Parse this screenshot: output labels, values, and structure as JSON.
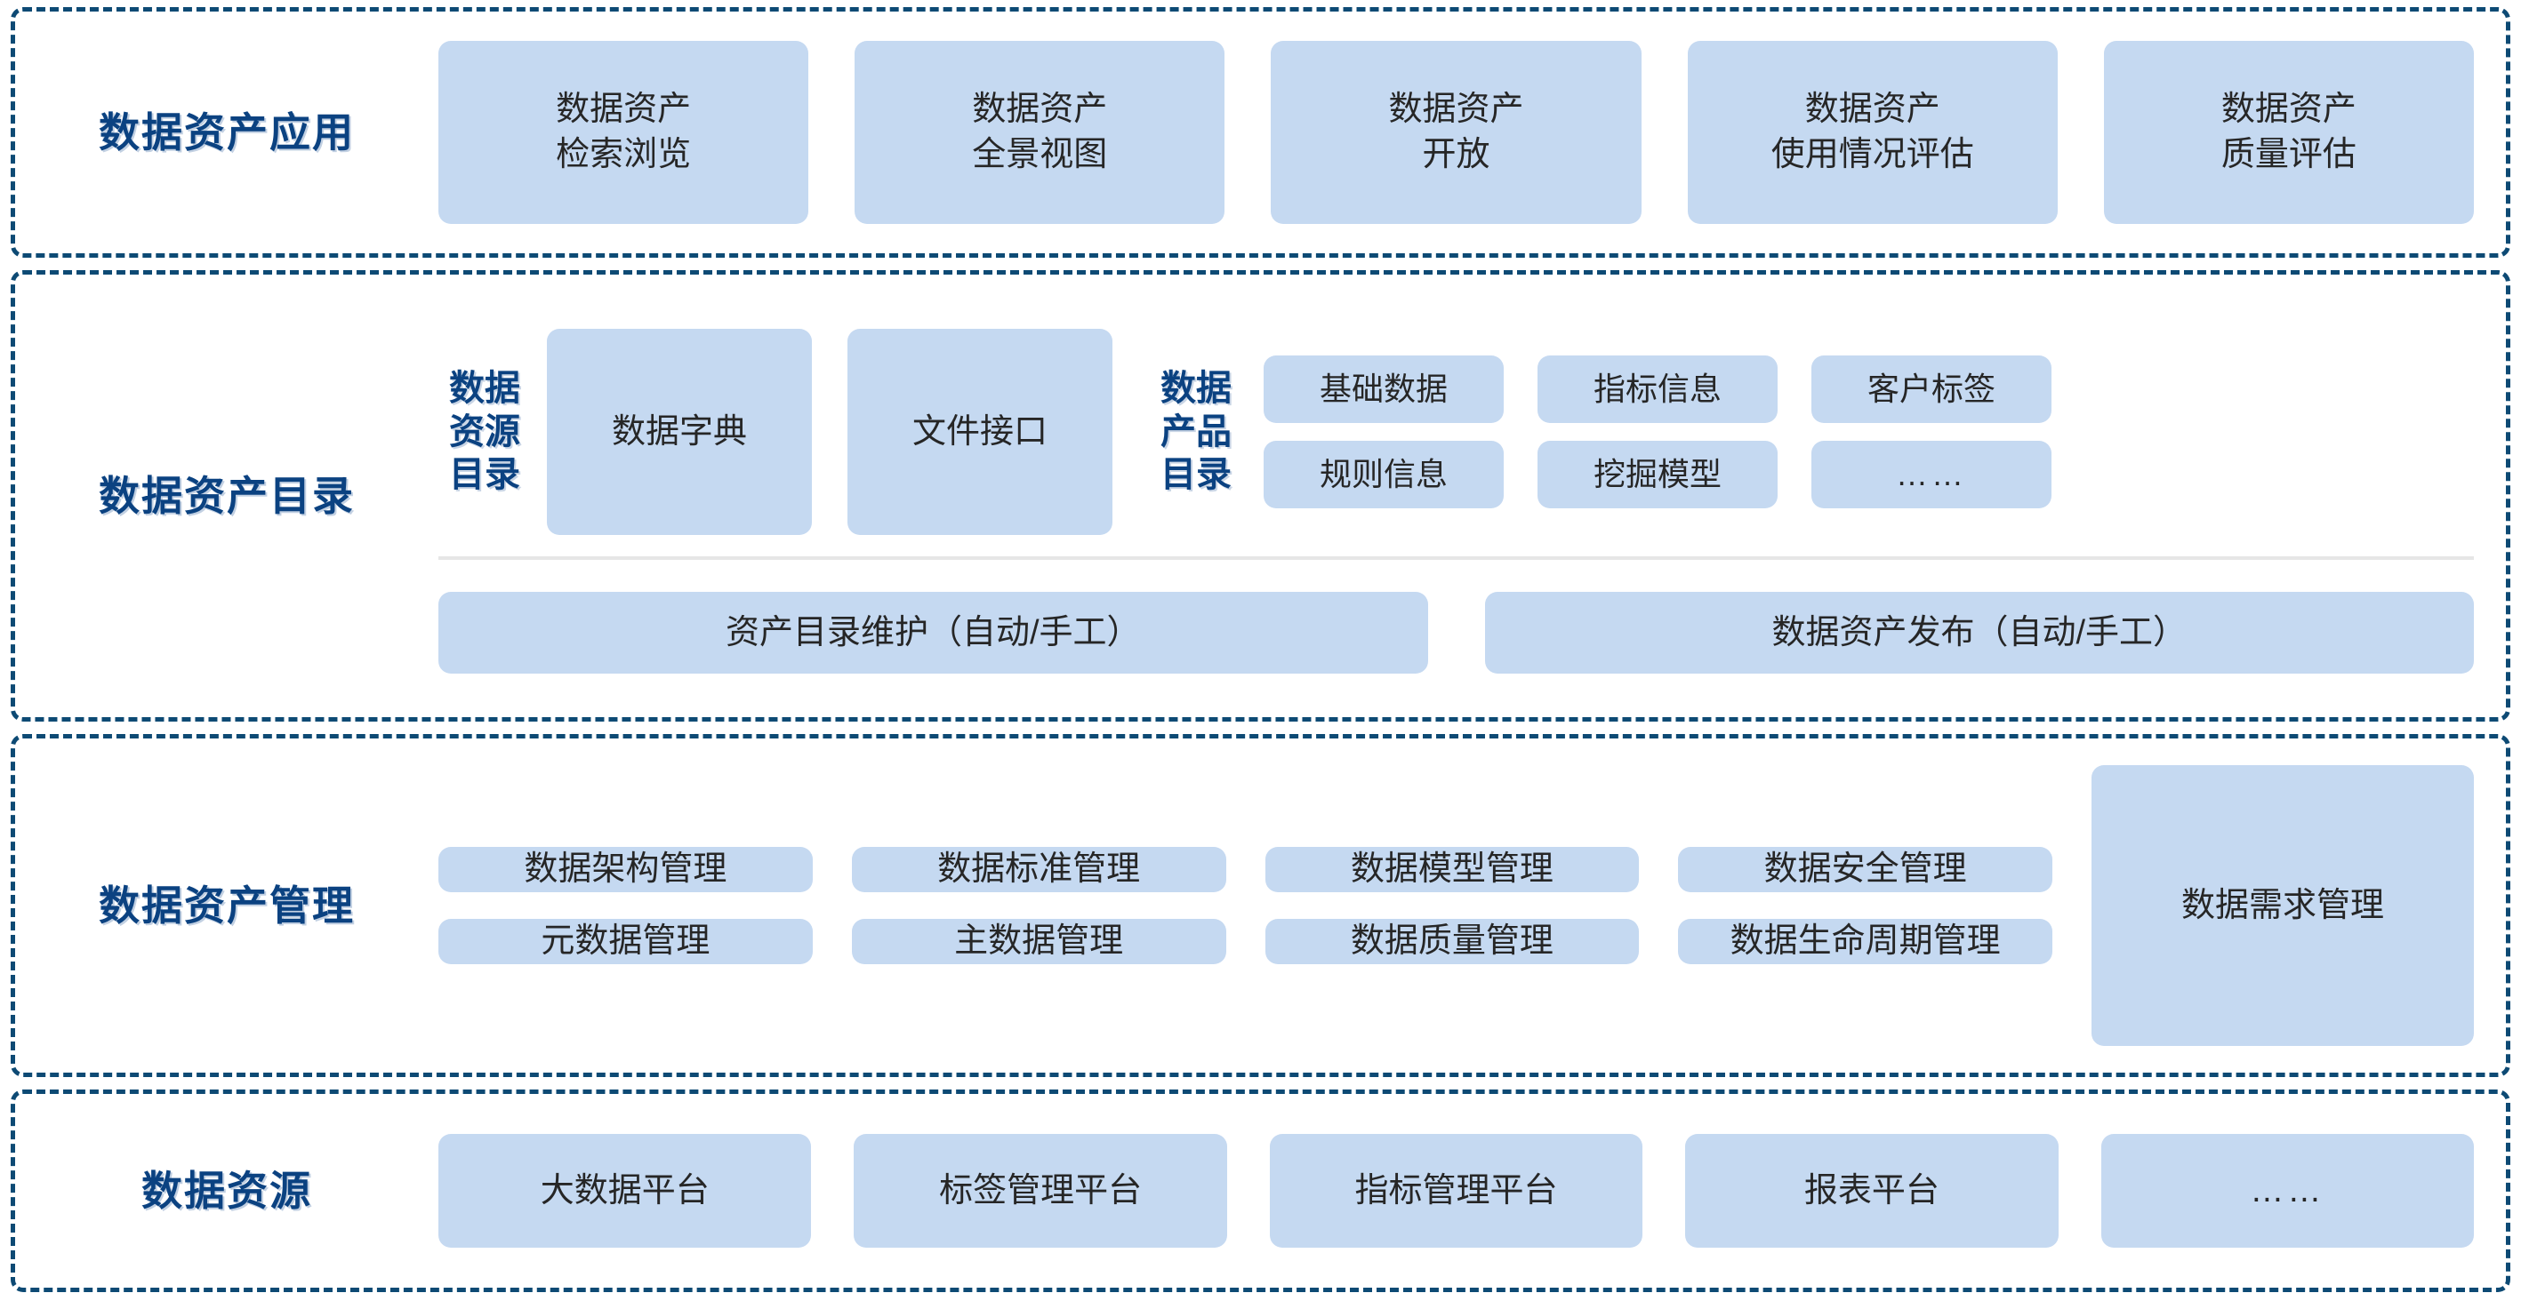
{
  "diagram": {
    "title_color": "#0b4281",
    "card_color": "#c5d9f1",
    "frame_color": "#0d4a74"
  },
  "sections": {
    "applications": {
      "title": "数据资产应用",
      "cards": [
        "数据资产\n检索浏览",
        "数据资产\n全景视图",
        "数据资产\n开放",
        "数据资产\n使用情况评估",
        "数据资产\n质量评估"
      ]
    },
    "catalog": {
      "title": "数据资产目录",
      "resource_catalog_label": "数据\n资源\n目录",
      "resource_cards": [
        "数据字典",
        "文件接口"
      ],
      "product_catalog_label": "数据\n产品\n目录",
      "product_cards": [
        "基础数据",
        "指标信息",
        "客户标签",
        "规则信息",
        "挖掘模型",
        "……"
      ],
      "bottom_cards": [
        "资产目录维护（自动/手工）",
        "数据资产发布（自动/手工）"
      ]
    },
    "management": {
      "title": "数据资产管理",
      "grid_cards": [
        "数据架构管理",
        "数据标准管理",
        "数据模型管理",
        "数据安全管理",
        "元数据管理",
        "主数据管理",
        "数据质量管理",
        "数据生命周期管理"
      ],
      "tall_card": "数据需求管理"
    },
    "resources": {
      "title": "数据资源",
      "cards": [
        "大数据平台",
        "标签管理平台",
        "指标管理平台",
        "报表平台",
        "……"
      ]
    }
  }
}
